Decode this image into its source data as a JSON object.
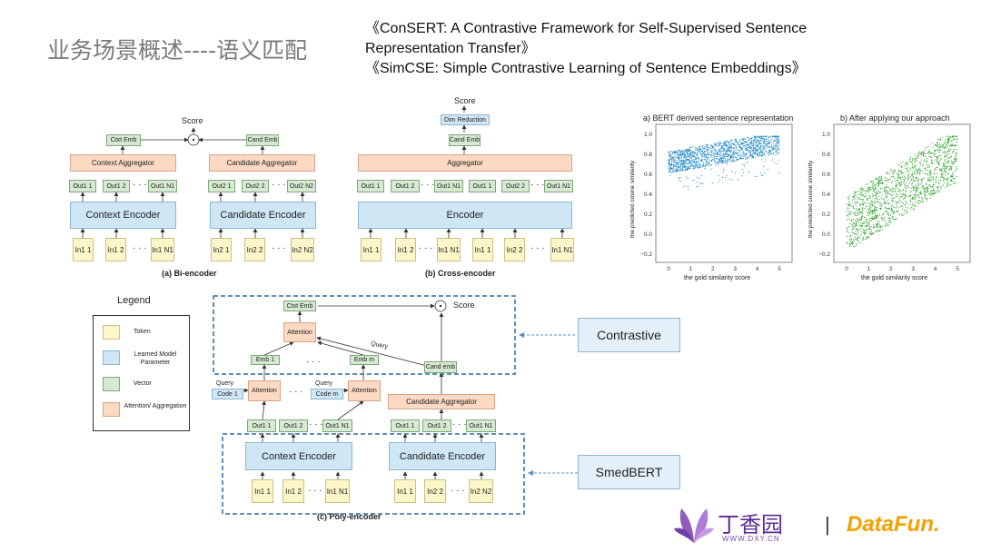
{
  "title": "业务场景概述----语义匹配",
  "refs": [
    "《ConSERT: A Contrastive Framework for Self-Supervised Sentence",
    "Representation Transfer》",
    "《SimCSE: Simple Contrastive Learning of Sentence Embeddings》"
  ],
  "bi": {
    "score": "Score",
    "ctxt": "Ctxt Emb",
    "cand": "Cand Emb",
    "ctx_agg": "Context Aggregator",
    "cand_agg": "Candidate Aggregator",
    "outs1": [
      "Out1 1",
      "Out1 2",
      "Out1 N1"
    ],
    "outs2": [
      "Out2 1",
      "Out2 2",
      "Out2 N2"
    ],
    "ctx_enc": "Context Encoder",
    "cand_enc": "Candidate Encoder",
    "ins1": [
      "In1 1",
      "In1 2",
      "In1 N1"
    ],
    "ins2": [
      "In2 1",
      "In2 2",
      "In2 N2"
    ],
    "caption": "(a) Bi-encoder",
    "dots": "· · ·"
  },
  "cross": {
    "score": "Score",
    "dim": "Dim Reduction",
    "cand": "Cand Emb",
    "agg": "Aggregator",
    "outs": [
      "Out1 1",
      "Out1 2",
      "Out1 N1",
      "Out1 1",
      "Out2 2",
      "Out1 N1"
    ],
    "enc": "Encoder",
    "ins": [
      "In1 1",
      "In1 2",
      "In1 N1",
      "In1 1",
      "In2 2",
      "In1 N1"
    ],
    "caption": "(b) Cross-encoder"
  },
  "legend": {
    "title": "Legend",
    "items": [
      "Token",
      "Learned Model Parameter",
      "Vector",
      "Attention/ Aggregation"
    ]
  },
  "poly": {
    "score": "Score",
    "ctxt": "Ctxt Emb",
    "attention": "Attention",
    "query": "Query",
    "emb1": "Emb 1",
    "embm": "Emb m",
    "candemb": "Cand emb",
    "query_code1": "Code 1",
    "query_codem": "Code m",
    "cand_agg": "Candidate Aggregator",
    "ctx_enc": "Context Encoder",
    "cand_enc": "Candidate Encoder",
    "caption": "(c) Poly-encoder",
    "outs1": [
      "Out1 1",
      "Out1 2",
      "Out1 N1"
    ],
    "outs2": [
      "Out1 1",
      "Out1 2",
      "Out1 N1"
    ],
    "ins1": [
      "In1 1",
      "In1 2",
      "In1 N1"
    ],
    "ins2": [
      "In1 1",
      "In2 2",
      "In2 N2"
    ]
  },
  "side": {
    "contrastive": "Contrastive",
    "smedbert": "SmedBERT"
  },
  "plots": {
    "a_title": "a) BERT derived sentence representation",
    "b_title": "b) After applying our approach",
    "ylabel": "the predicted cosine similarity",
    "xlabel": "the gold similarity score",
    "yticks": [
      "1.0",
      "0.8",
      "0.6",
      "0.4",
      "0.2",
      "0.0",
      "−0.2"
    ],
    "xticks": [
      "0",
      "1",
      "2",
      "3",
      "4",
      "5"
    ],
    "color_a": "#2a8ec9",
    "color_b": "#2ca02c"
  },
  "logos": {
    "dxy": "丁香园",
    "dxy_url": "WWW.DXY.CN",
    "sep": "|",
    "datafun": "DataFun."
  }
}
